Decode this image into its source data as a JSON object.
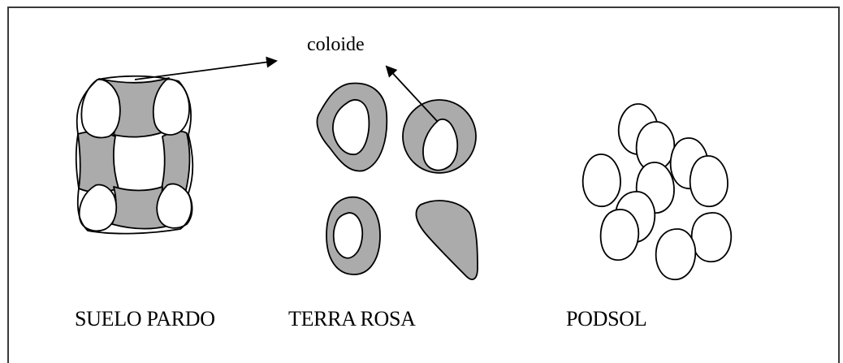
{
  "diagram": {
    "callout_label": "coloide",
    "panels": [
      {
        "id": "suelo-pardo",
        "label": "SUELO PARDO"
      },
      {
        "id": "terra-rosa",
        "label": "TERRA ROSA"
      },
      {
        "id": "podsol",
        "label": "PODSOL"
      }
    ],
    "colors": {
      "colloid_fill": "#ababab",
      "grain_fill": "#ffffff",
      "stroke": "#000000",
      "border": "#3a3a3a"
    }
  }
}
